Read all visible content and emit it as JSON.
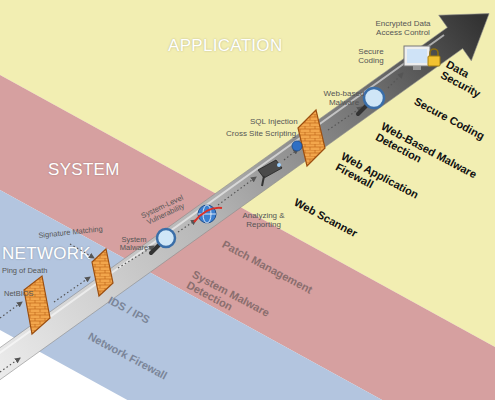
{
  "diagram": {
    "nodes": [
      {
        "text": [
          "APPLICATION"
        ]
      },
      {
        "text": [
          "SYSTEM"
        ]
      },
      {
        "text": [
          "NETWORK"
        ]
      }
    ],
    "labels": [
      "Encrypted Data Access Control",
      "Secure Coding",
      "Data Security",
      "Web-based Malware",
      "Secure Coding",
      "SQL Injection",
      "Web-Based Malware Detection",
      "Cross Site Scripting",
      "Web Application Firewall",
      "Analyzing & Reporting",
      "Web Scanner",
      "System-Level Vulnerability",
      "System Malware",
      "Signature Matching",
      "Ping of Death",
      "Patch Management",
      "NetBIOS",
      "System Malware Detection",
      "IDS / IPS",
      "Network Firewall"
    ]
  }
}
